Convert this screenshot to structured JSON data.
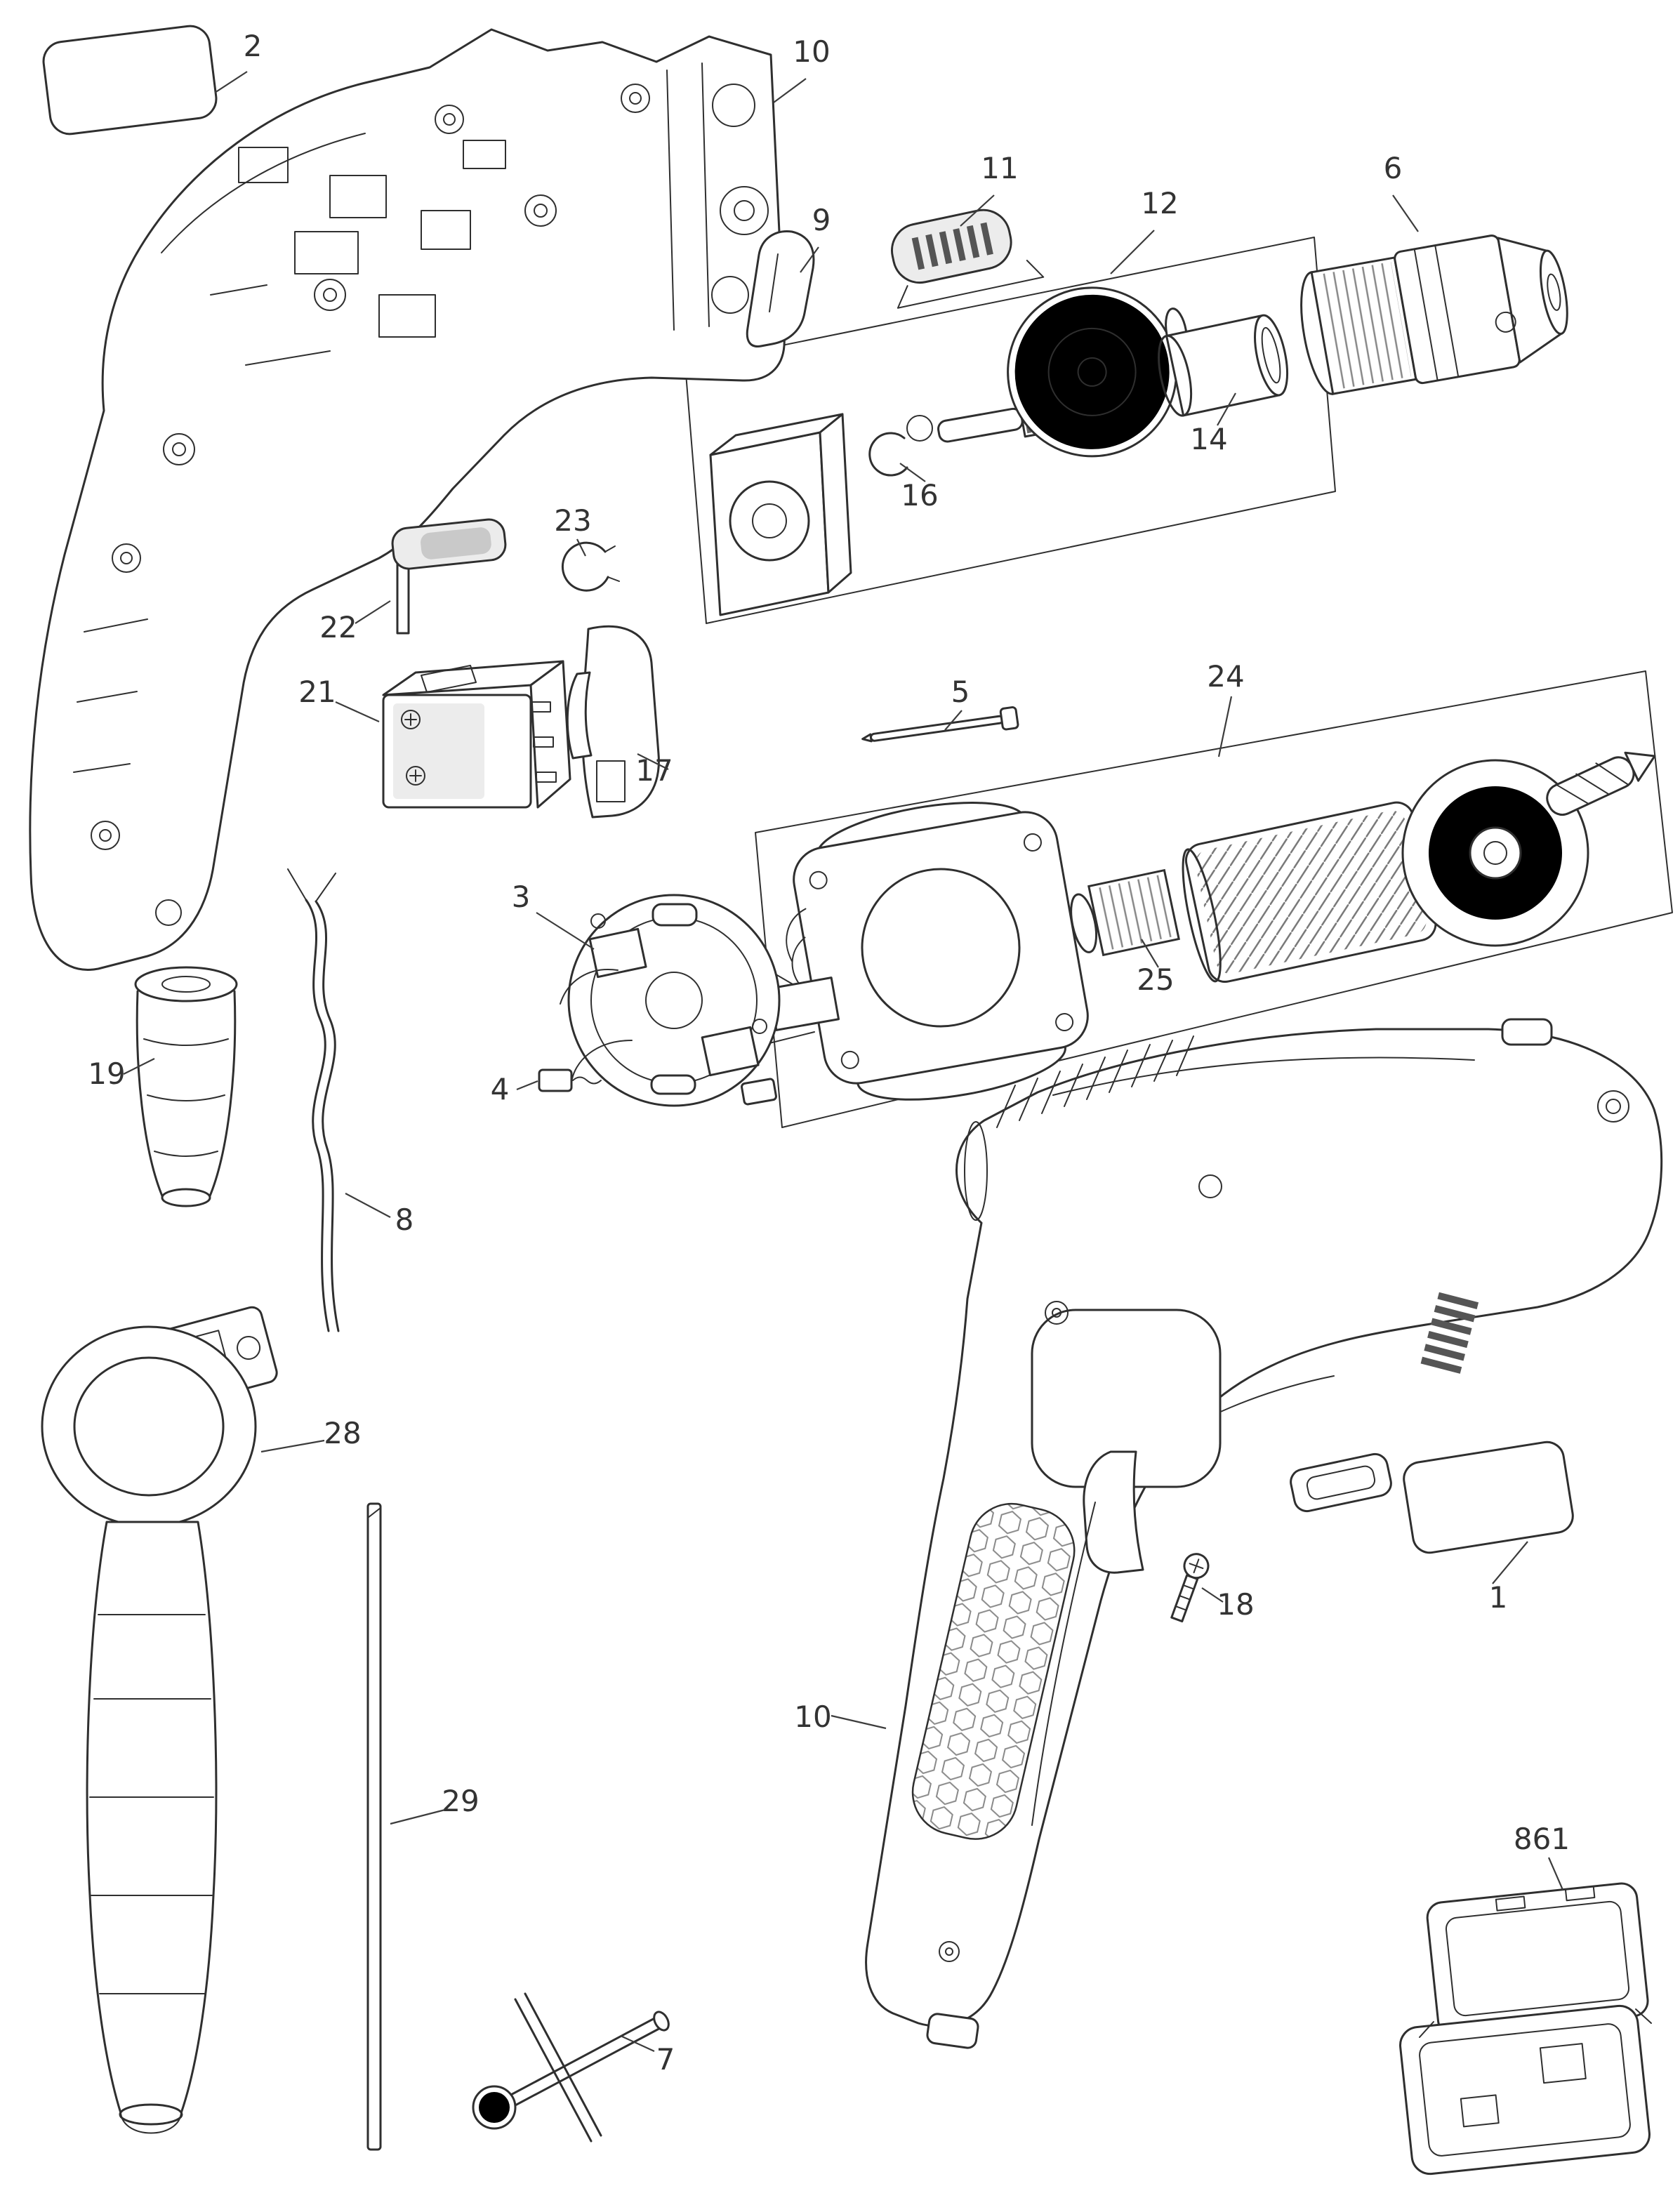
{
  "page": {
    "background": "#ffffff",
    "line_color": "#2f2f2f",
    "callout_color": "#333333"
  },
  "diagram": {
    "type": "exploded-parts-diagram",
    "callouts": [
      {
        "label": "2"
      },
      {
        "label": "10"
      },
      {
        "label": "11"
      },
      {
        "label": "9"
      },
      {
        "label": "12"
      },
      {
        "label": "6"
      },
      {
        "label": "14"
      },
      {
        "label": "16"
      },
      {
        "label": "23"
      },
      {
        "label": "22"
      },
      {
        "label": "21"
      },
      {
        "label": "17"
      },
      {
        "label": "5"
      },
      {
        "label": "24"
      },
      {
        "label": "3"
      },
      {
        "label": "25"
      },
      {
        "label": "4"
      },
      {
        "label": "19"
      },
      {
        "label": "8"
      },
      {
        "label": "28"
      },
      {
        "label": "29"
      },
      {
        "label": "18"
      },
      {
        "label": "1"
      },
      {
        "label": "10"
      },
      {
        "label": "7"
      },
      {
        "label": "861"
      }
    ]
  }
}
